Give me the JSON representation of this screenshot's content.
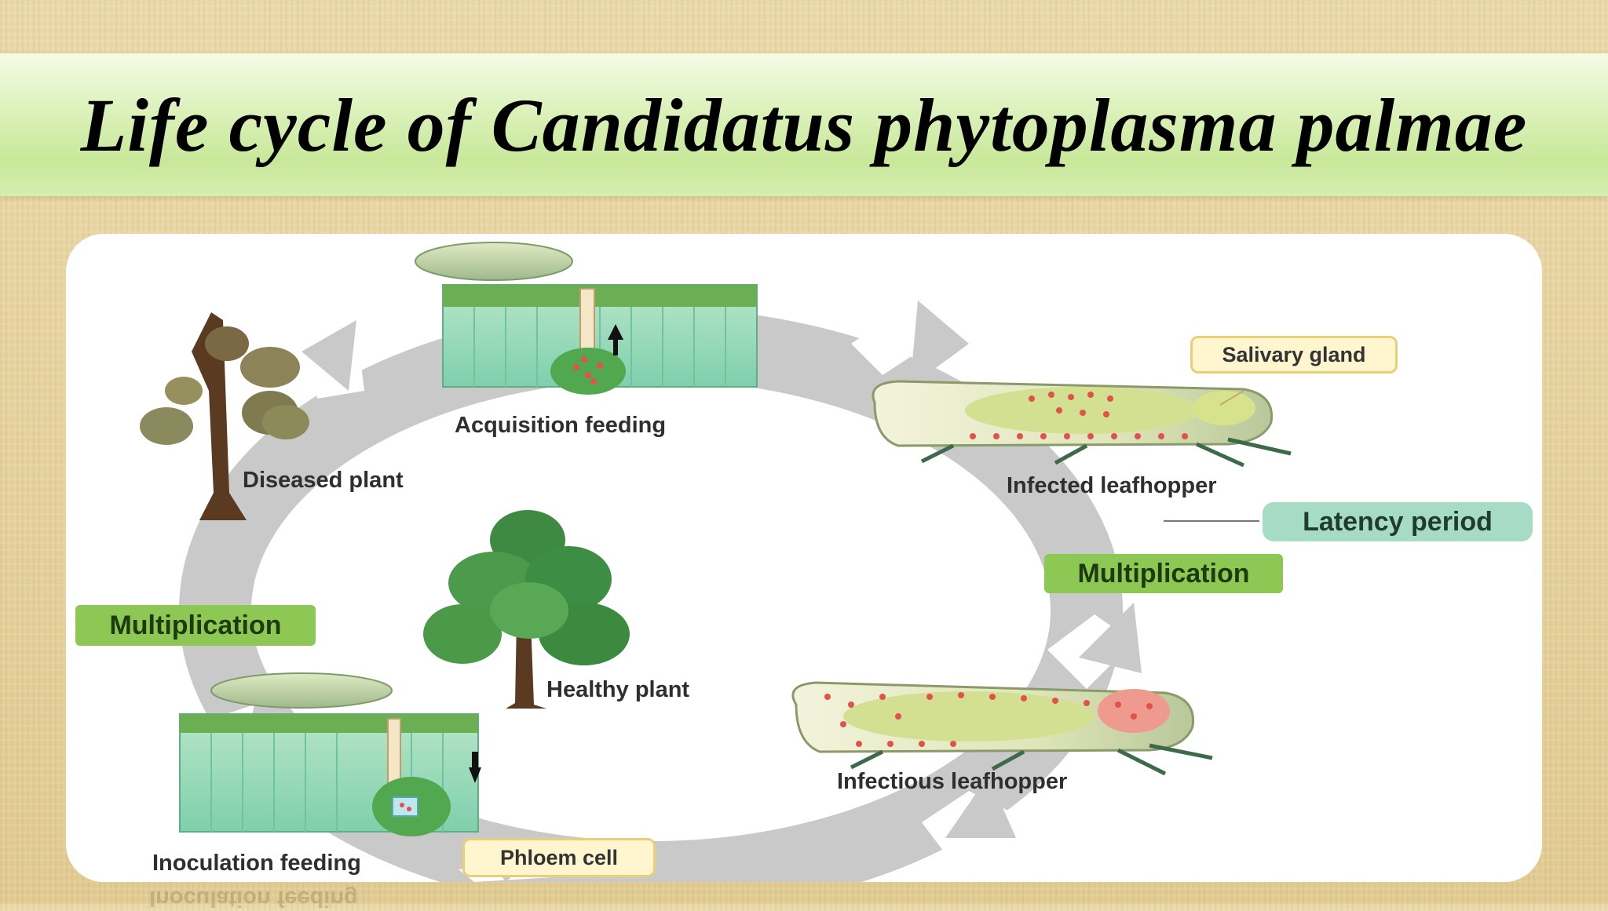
{
  "title": "Life cycle of Candidatus phytoplasma palmae",
  "labels": {
    "acquisition_feeding": "Acquisition feeding",
    "diseased_plant": "Diseased plant",
    "healthy_plant": "Healthy plant",
    "infected_leafhopper": "Infected leafhopper",
    "infectious_leafhopper": "Infectious leafhopper",
    "inoculation_feeding": "Inoculation feeding",
    "salivary_gland": "Salivary gland",
    "phloem_cell": "Phloem cell",
    "latency_period": "Latency period",
    "multiplication_left": "Multiplication",
    "multiplication_right": "Multiplication"
  },
  "colors": {
    "title_band": "#d9f0b6",
    "cycle_ring": "#c9c9c9",
    "tag_green": "#8dc855",
    "tag_teal": "#a6dcc6",
    "tissue_green": "#8fd6b4",
    "pathogen_red": "#e0524a"
  }
}
